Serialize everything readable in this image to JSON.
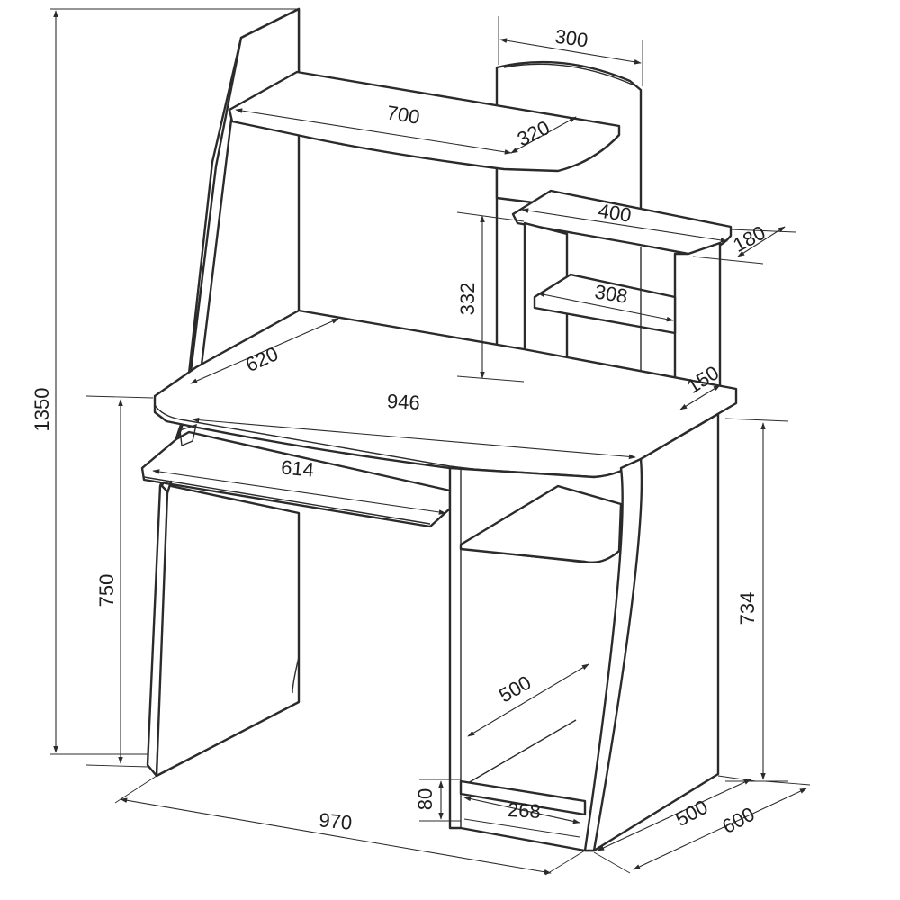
{
  "drawing": {
    "units": "mm",
    "dimensions": {
      "total_height": "1350",
      "upper_shelf_depth": "300",
      "upper_shelf_width": "700",
      "upper_shelf_wing": "320",
      "small_shelf_width": "400",
      "small_shelf_depth": "180",
      "inner_shelf_width": "308",
      "shelf_height": "332",
      "side_post_width": "150",
      "desktop_depth": "620",
      "desktop_width": "946",
      "keyboard_tray_width": "614",
      "desk_height": "750",
      "cabinet_height": "734",
      "cabinet_depth": "500",
      "bottom_shelf_height": "80",
      "bottom_shelf_width": "268",
      "base_width": "970",
      "base_depth_inner": "500",
      "base_depth_outer": "600"
    }
  }
}
